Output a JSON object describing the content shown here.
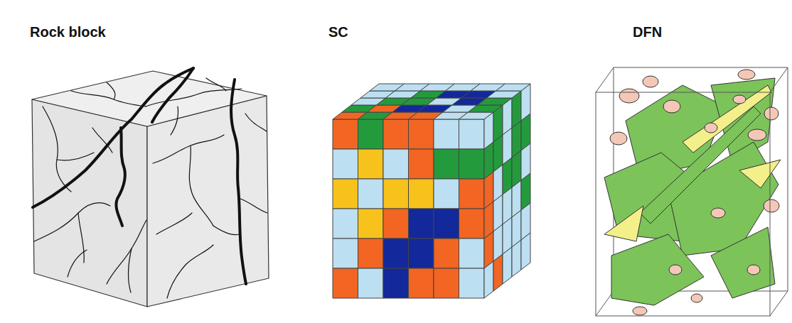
{
  "diagram": {
    "labels": [
      "Rock block",
      "SC",
      "DFN"
    ]
  }
}
